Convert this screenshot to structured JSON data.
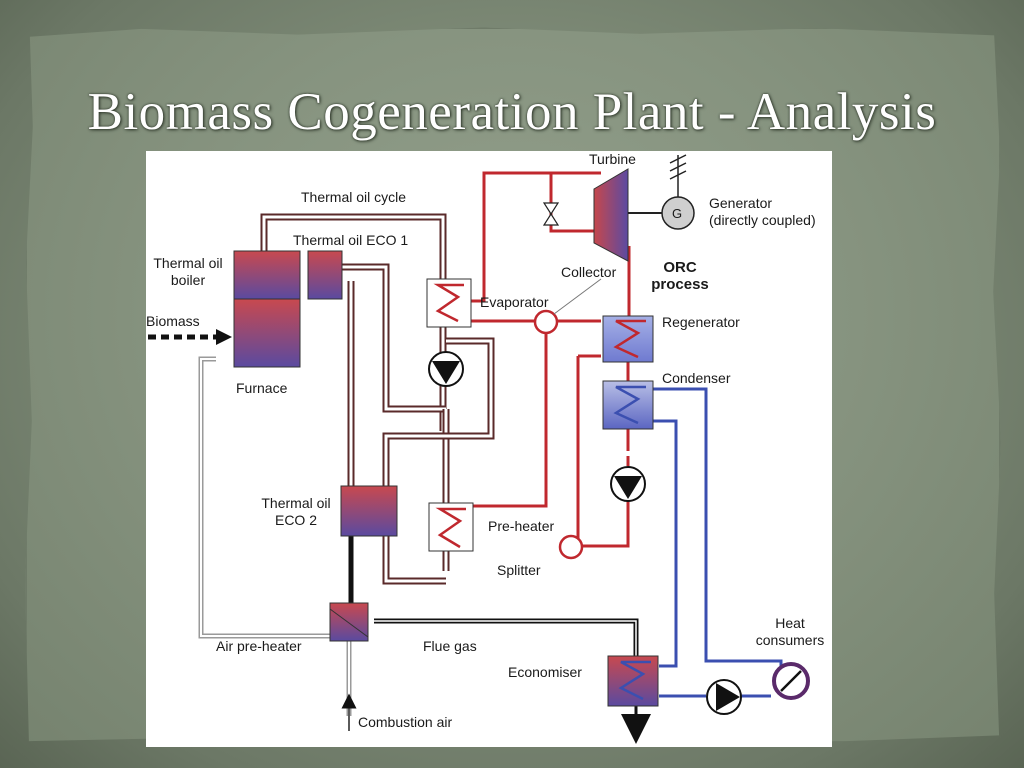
{
  "slide": {
    "title": "Biomass Cogeneration Plant - Analysis"
  },
  "diagram": {
    "labels": {
      "turbine": "Turbine",
      "generator": "Generator\n(directly coupled)",
      "generator_symbol": "G",
      "thermal_oil_cycle": "Thermal oil cycle",
      "thermal_oil_eco1": "Thermal oil ECO 1",
      "thermal_oil_boiler": "Thermal oil\nboiler",
      "biomass": "Biomass",
      "furnace": "Furnace",
      "collector": "Collector",
      "orc_process": "ORC\nprocess",
      "evaporator": "Evaporator",
      "regenerator": "Regenerator",
      "condenser": "Condenser",
      "thermal_oil_eco2": "Thermal oil\nECO 2",
      "pre_heater": "Pre-heater",
      "splitter": "Splitter",
      "heat_consumers": "Heat\nconsumers",
      "air_pre_heater": "Air pre-heater",
      "flue_gas": "Flue gas",
      "economiser": "Economiser",
      "combustion_air": "Combustion air"
    }
  }
}
